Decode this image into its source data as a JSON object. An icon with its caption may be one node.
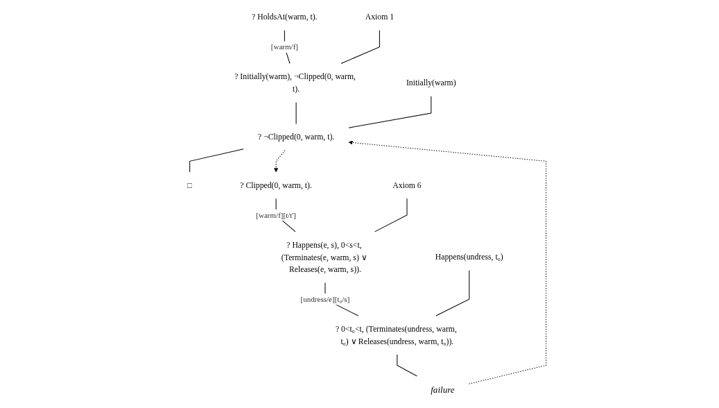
{
  "diagram": {
    "nodes": [
      {
        "text": [
          "? HoldsAt(warm, t)."
        ]
      },
      {
        "text": [
          "? Initially(warm), ¬Clipped(0, warm, t)."
        ]
      },
      {
        "text": [
          "? ¬Clipped(0, warm, t)."
        ]
      },
      {
        "text": [
          "□"
        ]
      },
      {
        "text": [
          "? Clipped(0, warm, t)."
        ]
      },
      {
        "text": [
          "? Happens(e, s), 0<s<t, (Terminates(e, warm, s) ∨ Releases(e, warm, s))."
        ]
      },
      {
        "text": [
          "? 0<t₀<t, (Terminates(undress, warm, t₀) ∨ Releases(undress, warm, t₀))."
        ]
      },
      {
        "text": [
          "failure"
        ]
      },
      {
        "text": [
          "Axiom 1"
        ]
      },
      {
        "text": [
          "Initially(warm)"
        ]
      },
      {
        "text": [
          "Axiom 6"
        ]
      },
      {
        "text": [
          "Happens(undress, t₀)"
        ]
      }
    ],
    "edges": [
      {
        "from": 0,
        "to": 1,
        "arrow": "none",
        "label": "[warm/f]"
      },
      {
        "from": 1,
        "to": 2,
        "arrow": "none"
      },
      {
        "from": 2,
        "to": 3,
        "arrow": "none"
      },
      {
        "from": 2,
        "to": 4,
        "arrow": "to",
        "style": "dashed"
      },
      {
        "from": 4,
        "to": 5,
        "arrow": "none",
        "label": "[warm/f][t/t']"
      },
      {
        "from": 5,
        "to": 6,
        "arrow": "none",
        "label": "[undress/e][t₀/s]"
      },
      {
        "from": 6,
        "to": 7,
        "arrow": "none"
      },
      {
        "from": 7,
        "to": 2,
        "arrow": "to",
        "style": "dashed"
      },
      {
        "from": 8,
        "to": 1,
        "arrow": "none"
      },
      {
        "from": 9,
        "to": 2,
        "arrow": "none"
      },
      {
        "from": 10,
        "to": 5,
        "arrow": "none"
      },
      {
        "from": 11,
        "to": 6,
        "arrow": "none"
      }
    ]
  }
}
